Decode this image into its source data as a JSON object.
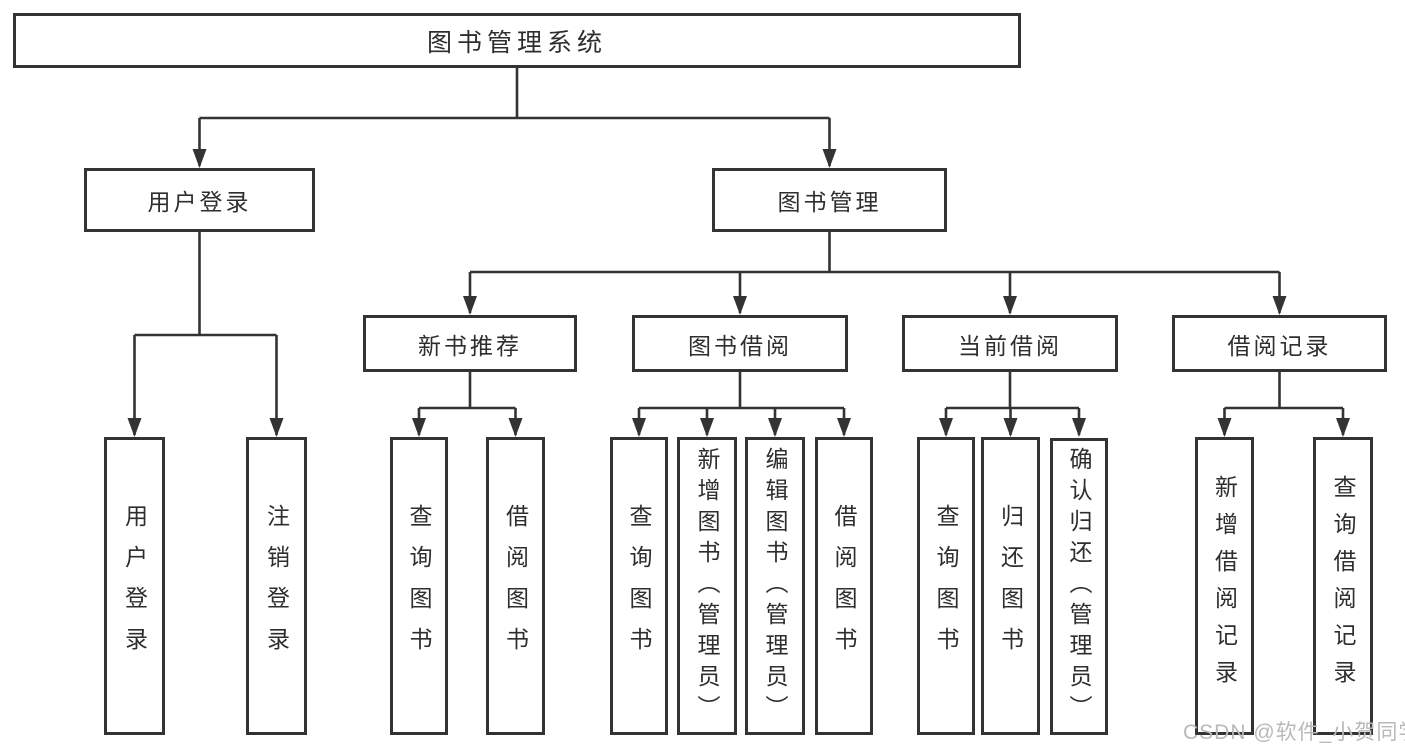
{
  "diagram": {
    "root": "图书管理系统",
    "level2": [
      {
        "label": "用户登录"
      },
      {
        "label": "图书管理"
      }
    ],
    "level3": [
      {
        "label": "新书推荐"
      },
      {
        "label": "图书借阅"
      },
      {
        "label": "当前借阅"
      },
      {
        "label": "借阅记录"
      }
    ],
    "leaves": {
      "user_login": [
        "用户登录",
        "注销登录"
      ],
      "new_book": [
        "查询图书",
        "借阅图书"
      ],
      "book_borrow": [
        "查询图书",
        "新增图书（管理员）",
        "编辑图书（管理员）",
        "借阅图书"
      ],
      "current_borrow": [
        "查询图书",
        "归还图书",
        "确认归还（管理员）"
      ],
      "borrow_record": [
        "新增借阅记录",
        "查询借阅记录"
      ]
    }
  },
  "watermark": "CSDN @软件_小贺同学",
  "colors": {
    "line": "#333333",
    "text": "#2e2e2e",
    "background": "#ffffff",
    "watermark": "#b9b9b9"
  }
}
